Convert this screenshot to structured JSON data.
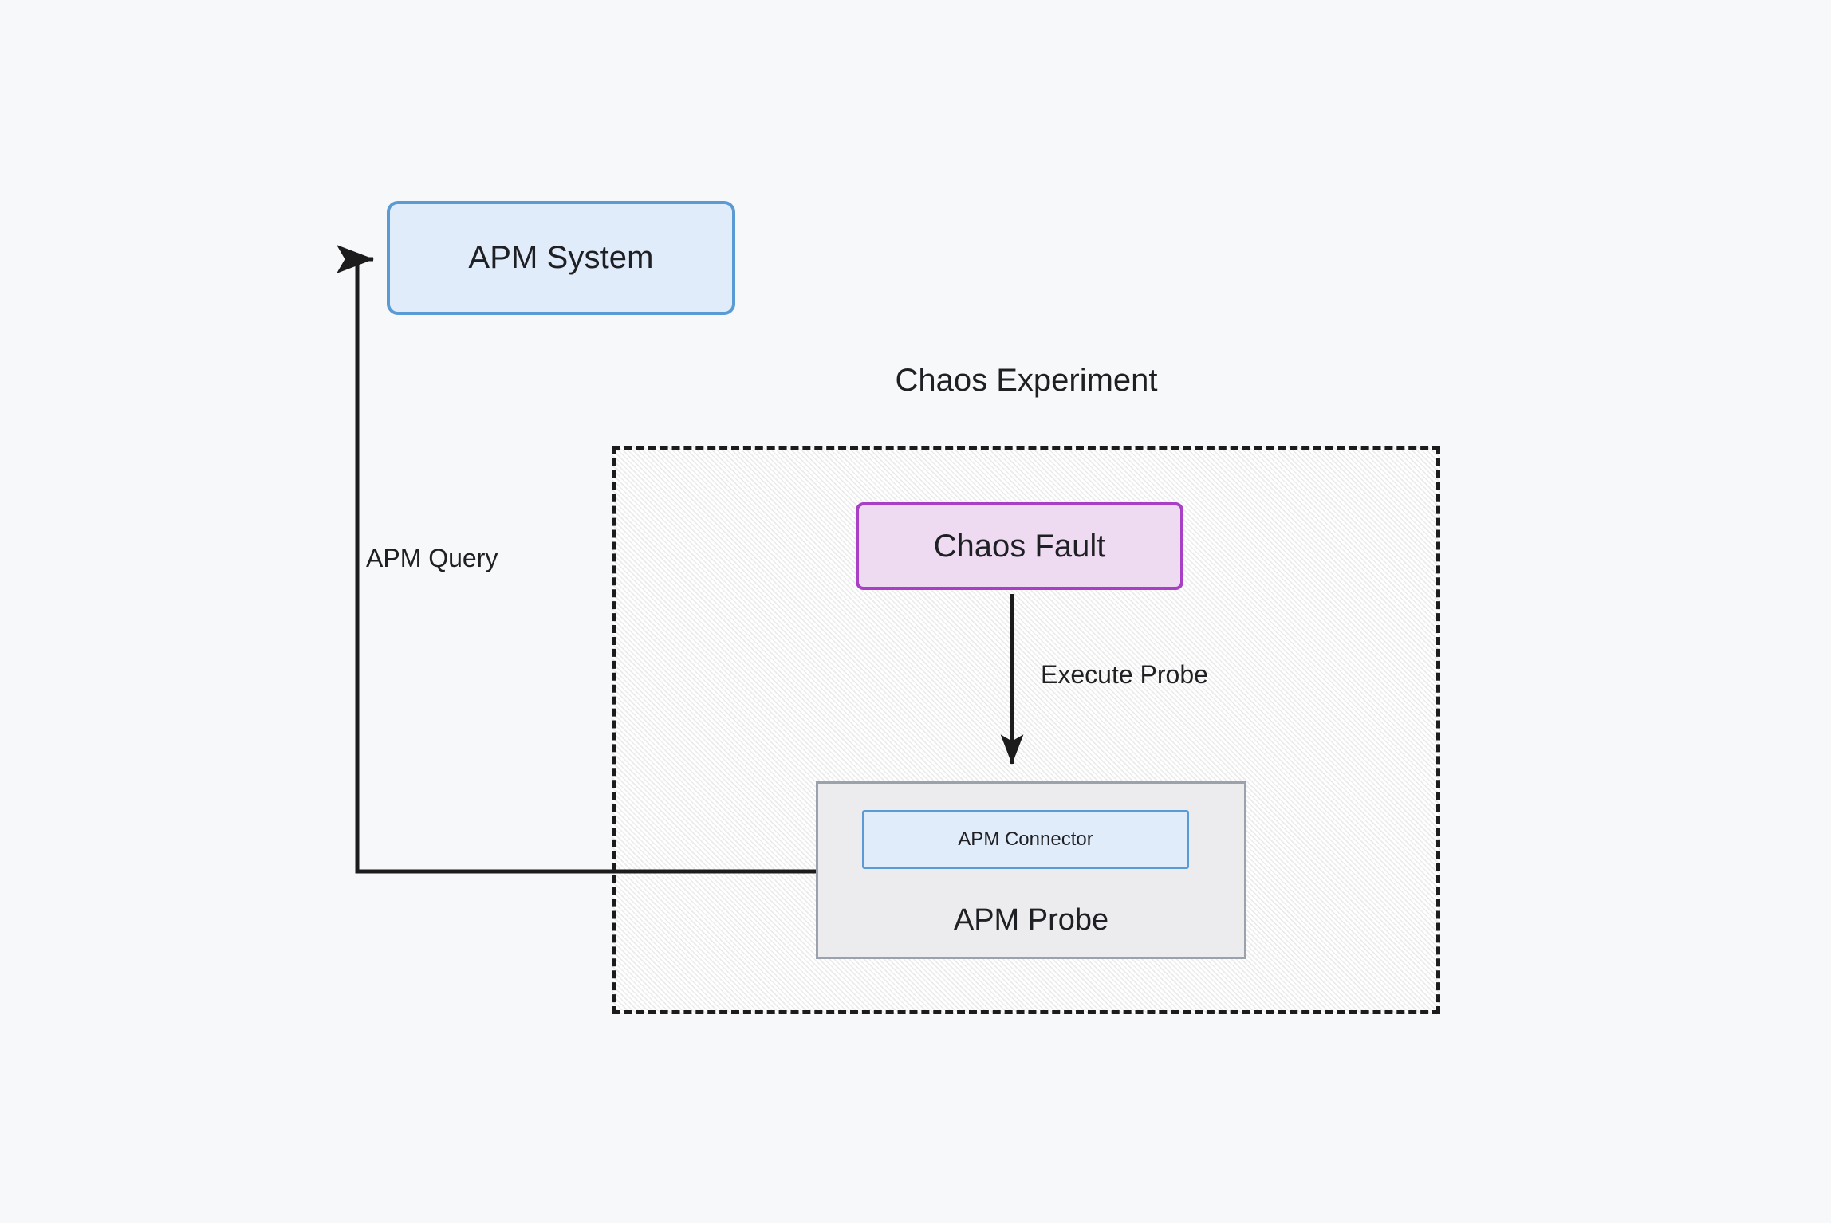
{
  "diagram": {
    "background_color": "#f7f8fa",
    "group": {
      "title": "Chaos Experiment",
      "border_style": "dashed",
      "fill": "hatched-gray"
    },
    "nodes": {
      "apm_system": {
        "label": "APM System",
        "fill": "#e1ecfb",
        "stroke": "#5b9bd5",
        "shape": "rounded-rect"
      },
      "chaos_fault": {
        "label": "Chaos Fault",
        "fill": "#eedbf2",
        "stroke": "#a93fc4",
        "shape": "rounded-rect"
      },
      "apm_probe": {
        "label": "APM Probe",
        "fill": "#ececee",
        "stroke": "#9aa2ad",
        "shape": "rect"
      },
      "apm_connector": {
        "label": "APM Connector",
        "fill": "#e1ecfb",
        "stroke": "#5b9bd5",
        "shape": "rect"
      }
    },
    "edges": [
      {
        "id": "execute-probe",
        "label": "Execute Probe",
        "from": "chaos_fault",
        "to": "apm_probe",
        "arrow": "down",
        "color": "#1c1c1c"
      },
      {
        "id": "apm-query",
        "label": "APM Query",
        "from": "apm_probe",
        "to": "apm_system",
        "arrow": "right",
        "color": "#1c1c1c"
      }
    ]
  }
}
